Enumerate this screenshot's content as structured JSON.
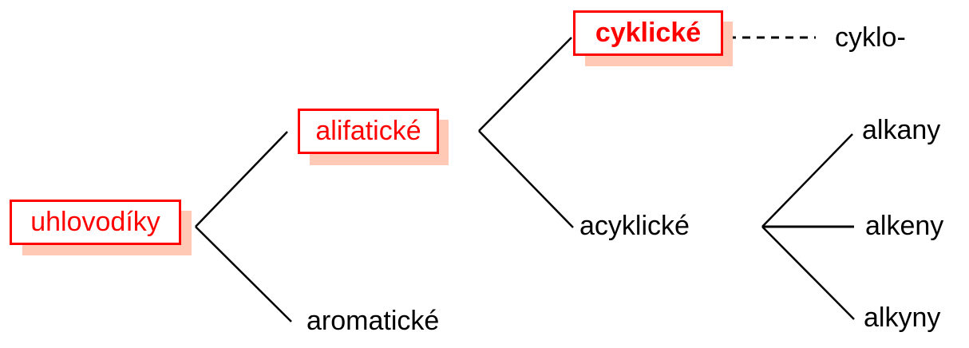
{
  "colors": {
    "box_border": "#ff0000",
    "box_text": "#ff0000",
    "shadow": "#ffc9b5",
    "line": "#000000"
  },
  "nodes": {
    "root": "uhlovodíky",
    "aliphatic": "alifatické",
    "aromatic": "aromatické",
    "cyclic": "cyklické",
    "cyclo_prefix": "cyklo-",
    "acyclic": "acyklické",
    "alkanes": "alkany",
    "alkenes": "alkeny",
    "alkynes": "alkyny"
  }
}
